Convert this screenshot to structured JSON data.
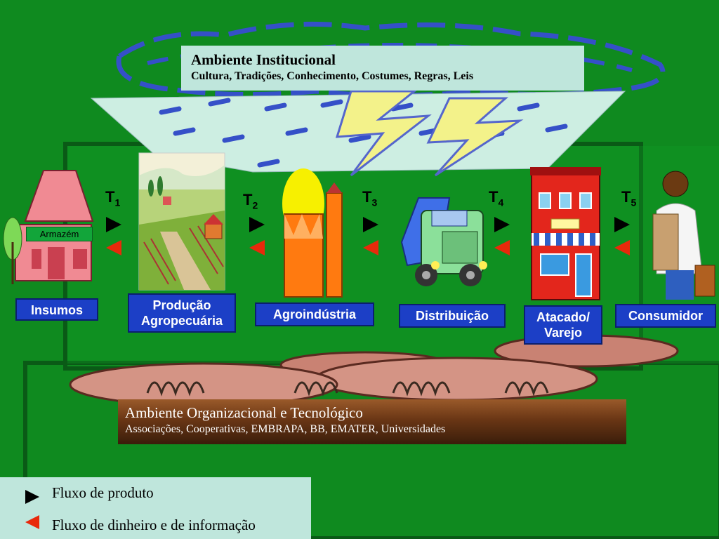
{
  "institutional": {
    "title": "Ambiente Institucional",
    "subtitle": "Cultura, Tradições, Conhecimento, Costumes, Regras, Leis"
  },
  "stages": [
    {
      "label_lines": [
        "Insumos"
      ]
    },
    {
      "label_lines": [
        "Produção",
        "Agropecuária"
      ]
    },
    {
      "label_lines": [
        "Agroindústria"
      ]
    },
    {
      "label_lines": [
        "Distribuição"
      ]
    },
    {
      "label_lines": [
        "Atacado/",
        "Varejo"
      ]
    },
    {
      "label_lines": [
        "Consumidor"
      ]
    }
  ],
  "warehouse_sign": "Armazém",
  "transactions": [
    {
      "letter": "T",
      "index": "1"
    },
    {
      "letter": "T",
      "index": "2"
    },
    {
      "letter": "T",
      "index": "3"
    },
    {
      "letter": "T",
      "index": "4"
    },
    {
      "letter": "T",
      "index": "5"
    }
  ],
  "organizational": {
    "title": "Ambiente Organizacional e Tecnológico",
    "subtitle": "Associações, Cooperativas, EMBRAPA, BB, EMATER,  Universidades"
  },
  "legend": {
    "product_flow": "Fluxo de produto",
    "money_info_flow": "Fluxo de dinheiro e de informação"
  },
  "colors": {
    "background": "#0f8a1f",
    "label_fill": "#1c3fc6",
    "product_arrow": "#000000",
    "money_arrow": "#e8290b",
    "info_box": "#bfe6dc"
  }
}
